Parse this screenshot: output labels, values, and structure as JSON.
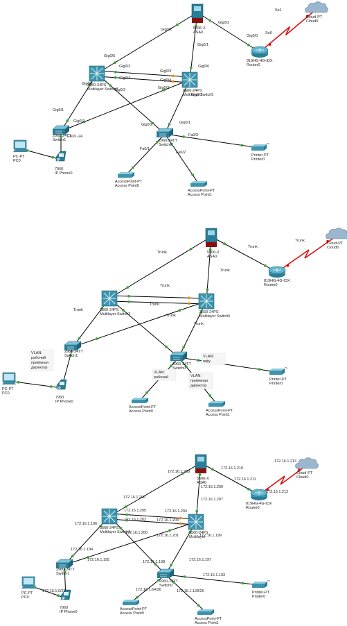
{
  "panels": [
    {
      "devices": {
        "asa": [
          "5506-X",
          "ASA0"
        ],
        "router": [
          "819HG-4G-IDX",
          "Router0"
        ],
        "cloud": [
          "Cloud-PT",
          "Cloud0"
        ],
        "ms3": [
          "3560-24PS",
          "Multilayer Switch3"
        ],
        "ms5": [
          "3560-24PS",
          "Multilayer Switch5"
        ],
        "sw1": [
          "2960-24TT",
          "Switch1"
        ],
        "sw0": [
          "2960-24TT",
          "Switch0"
        ],
        "pc": [
          "PC-PT",
          "PC0"
        ],
        "phone": [
          "7960",
          "IP Phone0"
        ],
        "printer": [
          "Printer-PT",
          "Printer0"
        ],
        "ap0": [
          "AccessPoint-PT",
          "Access Point0"
        ],
        "ap1": [
          "AccessPoint-PT",
          "Access Point1"
        ]
      },
      "labels": {
        "asa_ms3": "Gig0/2",
        "asa_ms5": "Gig0/1",
        "asa_rtr": "Gig0/3",
        "rtr_asa": "Gig0/0",
        "rtr_cloud": "Se0",
        "cloud_rtr": "Se1",
        "ms5_asa": "Gig0/6",
        "ms3_asa": "Gig0/5",
        "ms3_a": "Gig0/3",
        "ms3_b": "Gig0/4",
        "ms5_a": "Gig0/3",
        "ms5_b": "Gig0/4",
        "ms5_c": "Gig0/2",
        "ms5_sw0": "Gig0/1",
        "ms3_sw1": "Gig0/1",
        "ms3_sw0": "Gig0/2",
        "sw1_up": "Gig0/1",
        "sw1_up2": "Gig0/2",
        "sw1_phone": "Fa0/1-24",
        "sw0_ms3": "Gig0/2",
        "sw0_ms5": "Gig0/1",
        "sw0_prn": "Fa0/3",
        "sw0_ap0": "Fa0/1",
        "sw0_ap1": "Fa0/2"
      }
    },
    {
      "devices": {
        "asa": [
          "5506-X",
          "ASA0"
        ],
        "router": [
          "819HG-4G-IDX",
          "Router0"
        ],
        "cloud": [
          "Cloud-PT",
          "Cloud0"
        ],
        "ms3": [
          "3560-24PS",
          "Multilayer Switch3"
        ],
        "ms5": [
          "3560-24PS",
          "Multilayer Switch5"
        ],
        "sw1": [
          "2960-24TT",
          "Switch1"
        ],
        "sw0": [
          "2960-24TT",
          "Switch0"
        ],
        "pc": [
          "PC-PT",
          "PC0"
        ],
        "phone": [
          "7960",
          "IP Phone0"
        ],
        "printer": [
          "Printer-PT",
          "Printer0"
        ],
        "ap0": [
          "AccessPoint-PT",
          "Access Point0"
        ],
        "ap1": [
          "AccessPoint-PT",
          "Access Point1"
        ]
      },
      "labels": {
        "asa_ms3": "Trunk",
        "asa_rtr": "Trunk",
        "rtr_cloud": "Trunk",
        "ms5_asa": "Trunk",
        "ms3_ms5a": "Trunk",
        "ms3_ms5b": "Trunk",
        "ms3_sw1": "Trunk",
        "ms5_sw1": "Trunk",
        "ms5_sw0": "Trunk"
      },
      "vlans": {
        "phone": [
          "VLAN:",
          "рабочий",
          "приёмная",
          "директор"
        ],
        "printer": [
          "VLAN:",
          "мфу"
        ],
        "ap0": [
          "VLAN:",
          "рабочий"
        ],
        "ap1": [
          "VLAN:",
          "приёмная",
          "директор"
        ]
      }
    },
    {
      "devices": {
        "asa": [
          "5506-X",
          "ASA0"
        ],
        "router": [
          "819HG-4G-IDX",
          "Router0"
        ],
        "cloud": [
          "Cloud-PT",
          "Cloud0"
        ],
        "ms3": [
          "3560-24PS",
          "Multilayer Switch3"
        ],
        "ms5": [
          "3560-24PS",
          "Multilayer"
        ],
        "sw1": [
          "2960-24TT",
          "Switch1"
        ],
        "sw0": [
          "2960-24TT",
          "Switch0"
        ],
        "pc": [
          "PC-PT",
          "PC0"
        ],
        "phone": [
          "7960",
          "IP Phone0"
        ],
        "printer": [
          "Printer-PT",
          "Printer0"
        ],
        "ap0": [
          "AccessPoint-PT",
          "Access Point0"
        ],
        "ap1": [
          "AccessPoint-PT",
          "Access Point1"
        ]
      },
      "labels": {
        "asa_ms3": "172.16.1.208",
        "ms3_asa": "172.16.1.206",
        "asa_rtr": "172.16.1.210",
        "rtr_asa": "172.16.1.211",
        "rtr_cloud": "172.16.1.212",
        "cloud_rtr": "172.16.1.213",
        "asa_ms5": "172.16.1.209",
        "ms5_asa": "172.16.1.207",
        "ms3_a": "172.16.1.205",
        "ms3_b": "172.16.1.202",
        "ms5_a": "172.16.1.204",
        "ms5_b": "172.16.1.203",
        "ms3_c": "172.16.1.200",
        "ms5_c": "172.16.1.201",
        "ms5_d": "172.16.1.199",
        "ms3_sw1": "172.16.1.196",
        "sw1_ms3": "172.16.1.194",
        "sw1_ms5": "172.16.1.195",
        "sw0_ms3": "172.16.1.198",
        "sw0_ms5": "172.16.1.197",
        "sw0_prn": "172.16.1.193",
        "phone_sw1": "172.16.1.0/26",
        "sw0_ap0": "172.16.1.64/26",
        "sw0_ap1": "172.16.1.128/26"
      }
    }
  ]
}
